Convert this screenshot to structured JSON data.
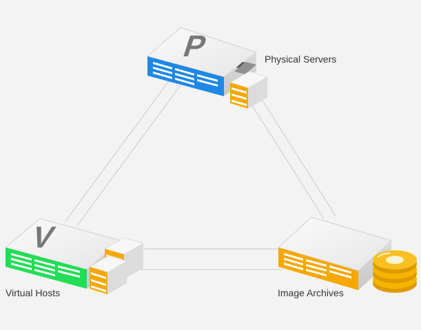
{
  "nodes": {
    "physical": {
      "label": "Physical Servers",
      "letter": "P",
      "accent": "#1e88e5"
    },
    "virtual": {
      "label": "Virtual Hosts",
      "letter": "V",
      "accent": "#22dd55"
    },
    "archive": {
      "label": "Image Archives",
      "letter": "",
      "accent": "#f5a800"
    }
  },
  "colors": {
    "background": "#f3f3f3",
    "storage": "#f5a800",
    "disc": "#f5b400",
    "connector": "#c9c9c9"
  },
  "icons": [
    "server-icon",
    "storage-stack-icon",
    "disc-stack-icon"
  ]
}
